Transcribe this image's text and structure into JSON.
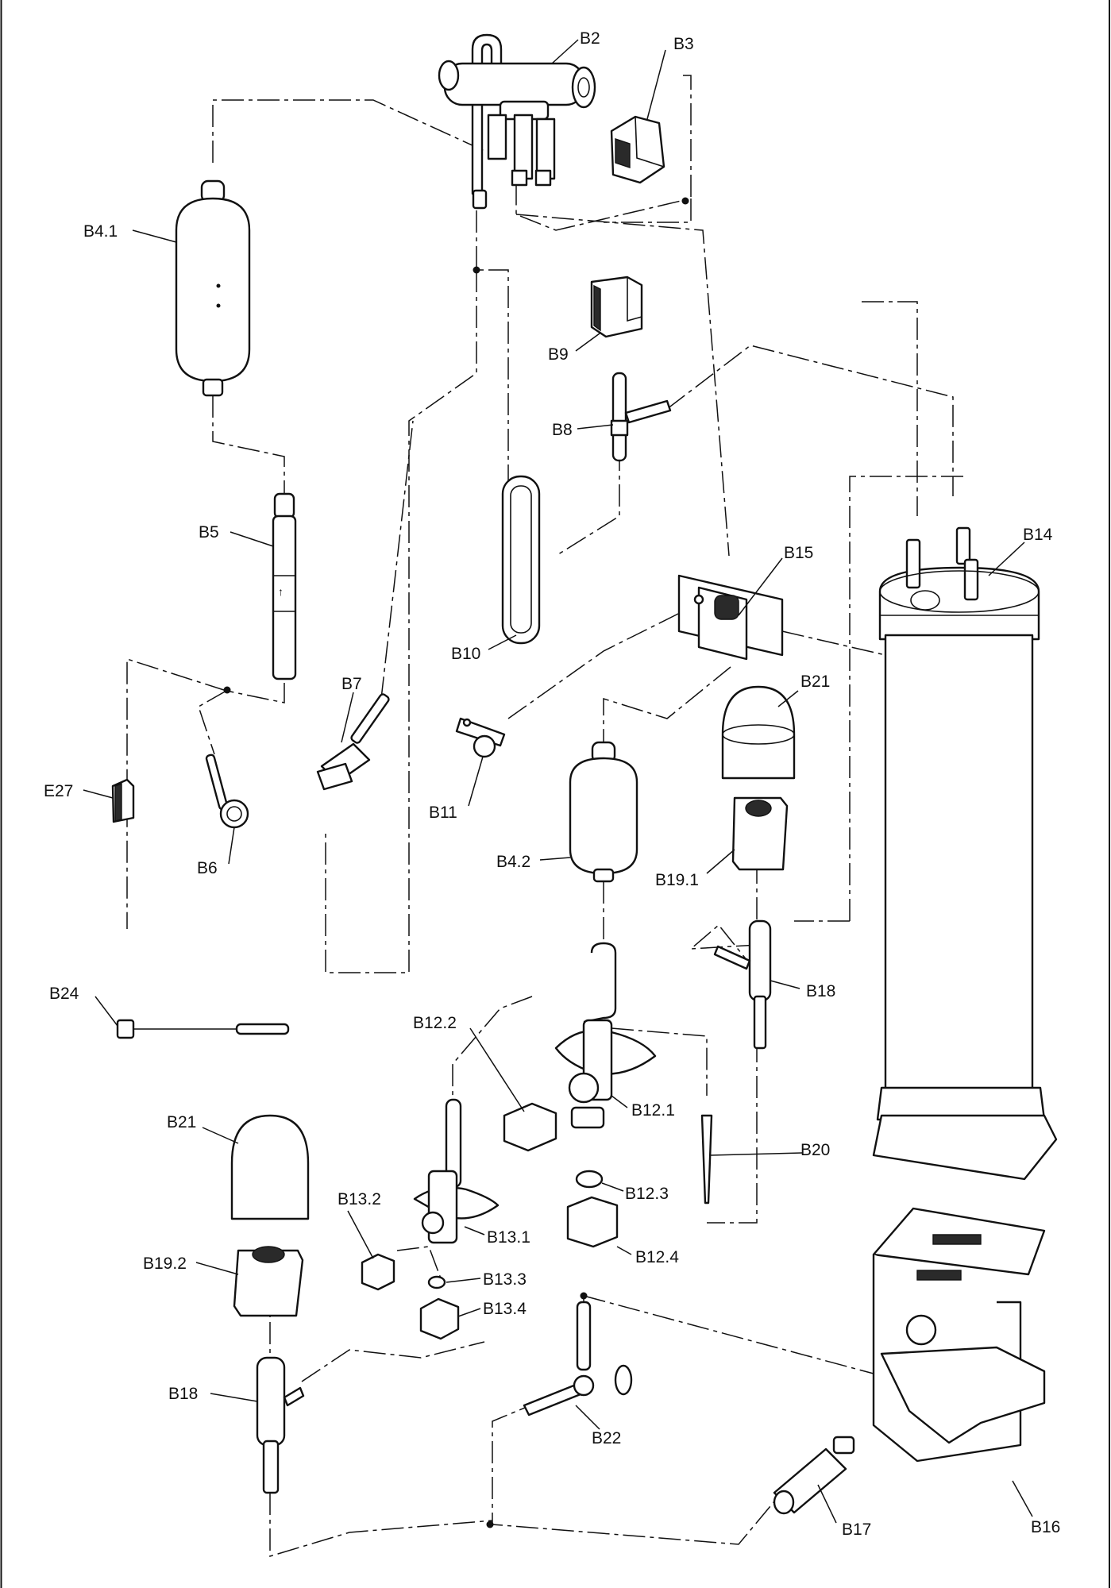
{
  "labels": {
    "b2": "B2",
    "b3": "B3",
    "b4_1": "B4.1",
    "b9": "B9",
    "b8": "B8",
    "b5": "B5",
    "b14": "B14",
    "b15": "B15",
    "b10": "B10",
    "b21_top": "B21",
    "b7": "B7",
    "e27": "E27",
    "b11": "B11",
    "b6": "B6",
    "b4_2": "B4.2",
    "b19_1": "B19.1",
    "b18_right": "B18",
    "b24": "B24",
    "b12_2": "B12.2",
    "b12_1": "B12.1",
    "b21_left": "B21",
    "b20": "B20",
    "b12_3": "B12.3",
    "b13_2": "B13.2",
    "b13_1": "B13.1",
    "b12_4": "B12.4",
    "b19_2": "B19.2",
    "b13_3": "B13.3",
    "b13_4": "B13.4",
    "b18_left": "B18",
    "b22": "B22",
    "b16": "B16",
    "b17": "B17"
  },
  "icons": {
    "symbol_style": "line-art"
  }
}
